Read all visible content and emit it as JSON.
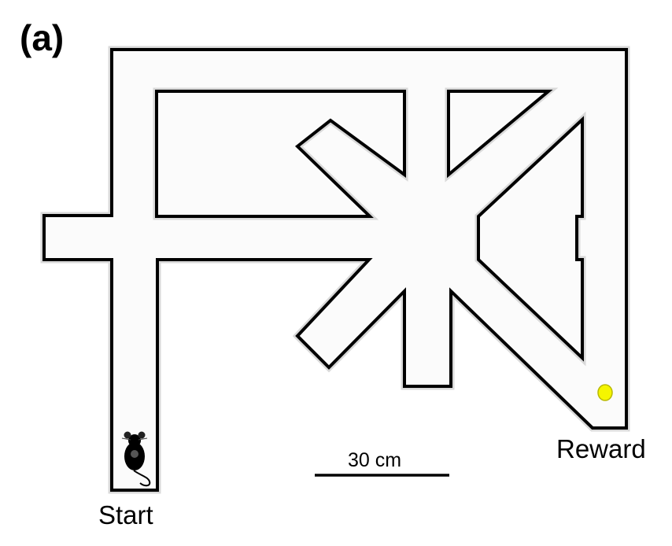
{
  "panel_label": "(a)",
  "start_label": "Start",
  "reward_label": "Reward",
  "scale_bar": {
    "label": "30 cm"
  },
  "colors": {
    "maze_fill": "#fbfbfb",
    "maze_outline": "#000000",
    "reward": "#f5f500",
    "rodent": "#000000"
  },
  "icons": {
    "rodent": "mouse-icon",
    "reward": "reward-dot-icon"
  }
}
